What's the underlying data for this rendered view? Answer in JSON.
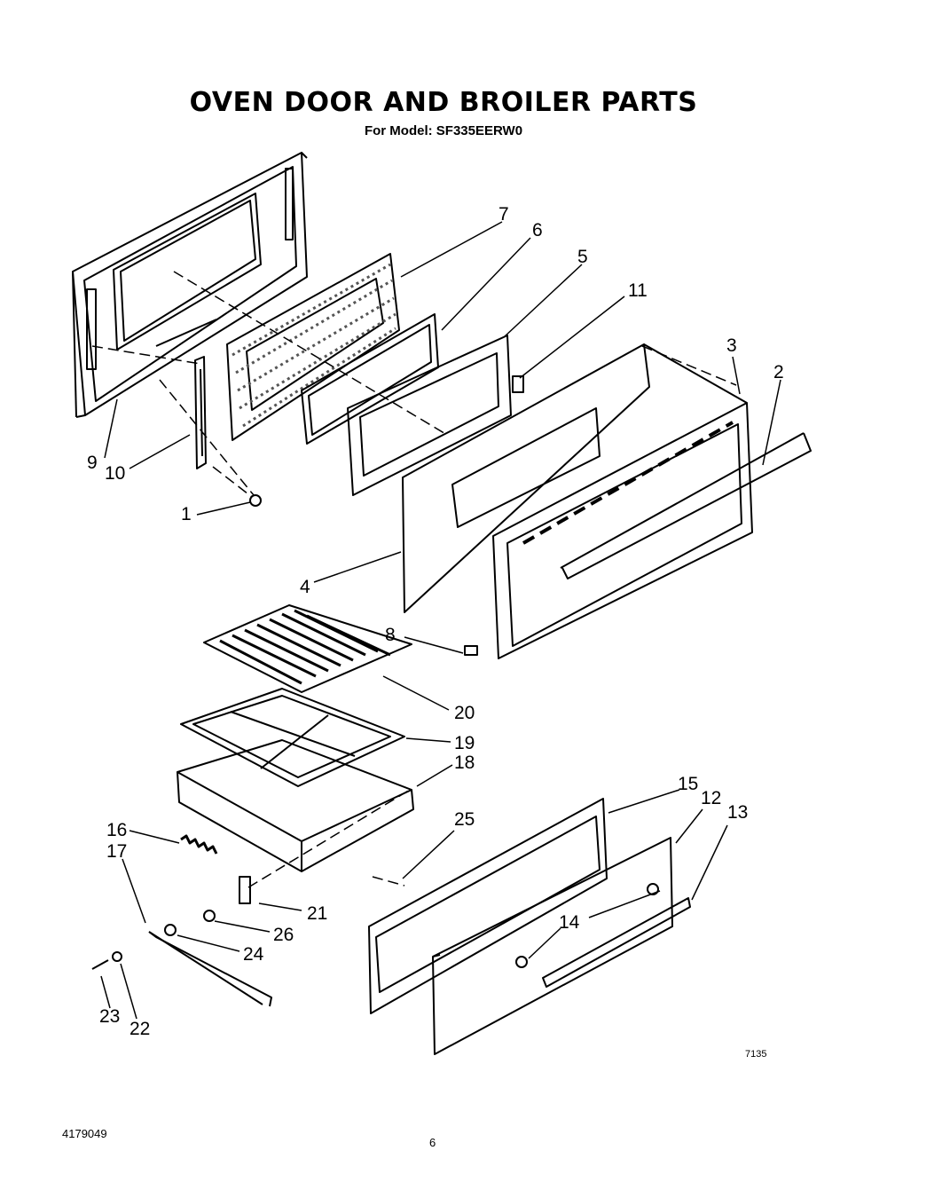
{
  "header": {
    "title": "OVEN DOOR AND BROILER PARTS",
    "model_line": "For Model: SF335EERW0"
  },
  "footer": {
    "doc_number": "4179049",
    "page_number": "6",
    "diagram_code": "7135"
  },
  "callouts": [
    "1",
    "2",
    "3",
    "4",
    "5",
    "6",
    "7",
    "8",
    "9",
    "10",
    "11",
    "12",
    "13",
    "14",
    "15",
    "16",
    "17",
    "18",
    "19",
    "20",
    "21",
    "22",
    "23",
    "24",
    "25",
    "26"
  ]
}
